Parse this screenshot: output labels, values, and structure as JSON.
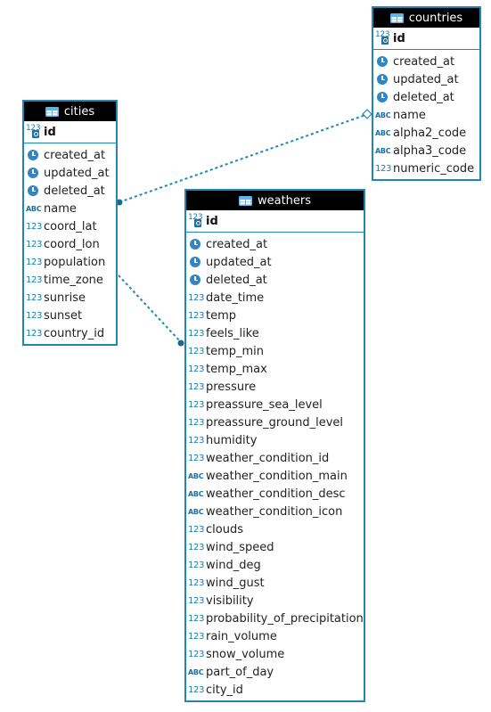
{
  "colors": {
    "entity_border": "#1f86b8",
    "header_bg": "#000000",
    "header_text": "#ffffff",
    "relation_line": "#1f86b8",
    "datetime_icon": "#2f85c6"
  },
  "entities": {
    "cities": {
      "title": "cities",
      "pk": {
        "name": "id",
        "type": "key"
      },
      "columns": [
        {
          "name": "created_at",
          "type": "datetime"
        },
        {
          "name": "updated_at",
          "type": "datetime"
        },
        {
          "name": "deleted_at",
          "type": "datetime"
        },
        {
          "name": "name",
          "type": "text"
        },
        {
          "name": "coord_lat",
          "type": "number"
        },
        {
          "name": "coord_lon",
          "type": "number"
        },
        {
          "name": "population",
          "type": "number"
        },
        {
          "name": "time_zone",
          "type": "number"
        },
        {
          "name": "sunrise",
          "type": "number"
        },
        {
          "name": "sunset",
          "type": "number"
        },
        {
          "name": "country_id",
          "type": "number"
        }
      ]
    },
    "countries": {
      "title": "countries",
      "pk": {
        "name": "id",
        "type": "key"
      },
      "columns": [
        {
          "name": "created_at",
          "type": "datetime"
        },
        {
          "name": "updated_at",
          "type": "datetime"
        },
        {
          "name": "deleted_at",
          "type": "datetime"
        },
        {
          "name": "name",
          "type": "text"
        },
        {
          "name": "alpha2_code",
          "type": "text"
        },
        {
          "name": "alpha3_code",
          "type": "text"
        },
        {
          "name": "numeric_code",
          "type": "number"
        }
      ]
    },
    "weathers": {
      "title": "weathers",
      "pk": {
        "name": "id",
        "type": "key"
      },
      "columns": [
        {
          "name": "created_at",
          "type": "datetime"
        },
        {
          "name": "updated_at",
          "type": "datetime"
        },
        {
          "name": "deleted_at",
          "type": "datetime"
        },
        {
          "name": "date_time",
          "type": "number"
        },
        {
          "name": "temp",
          "type": "number"
        },
        {
          "name": "feels_like",
          "type": "number"
        },
        {
          "name": "temp_min",
          "type": "number"
        },
        {
          "name": "temp_max",
          "type": "number"
        },
        {
          "name": "pressure",
          "type": "number"
        },
        {
          "name": "preassure_sea_level",
          "type": "number"
        },
        {
          "name": "preassure_ground_level",
          "type": "number"
        },
        {
          "name": "humidity",
          "type": "number"
        },
        {
          "name": "weather_condition_id",
          "type": "number"
        },
        {
          "name": "weather_condition_main",
          "type": "text"
        },
        {
          "name": "weather_condition_desc",
          "type": "text"
        },
        {
          "name": "weather_condition_icon",
          "type": "text"
        },
        {
          "name": "clouds",
          "type": "number"
        },
        {
          "name": "wind_speed",
          "type": "number"
        },
        {
          "name": "wind_deg",
          "type": "number"
        },
        {
          "name": "wind_gust",
          "type": "number"
        },
        {
          "name": "visibility",
          "type": "number"
        },
        {
          "name": "probability_of_precipitation",
          "type": "number"
        },
        {
          "name": "rain_volume",
          "type": "number"
        },
        {
          "name": "snow_volume",
          "type": "number"
        },
        {
          "name": "part_of_day",
          "type": "text"
        },
        {
          "name": "city_id",
          "type": "number"
        }
      ]
    }
  },
  "relationships": [
    {
      "from": "cities",
      "to": "countries",
      "from_marker": "filled-dot",
      "to_marker": "open-diamond"
    },
    {
      "from": "cities",
      "to": "weathers",
      "from_marker": "none",
      "to_marker": "filled-dot"
    }
  ],
  "type_labels": {
    "number": "123",
    "text": "ABC",
    "key": "123"
  }
}
